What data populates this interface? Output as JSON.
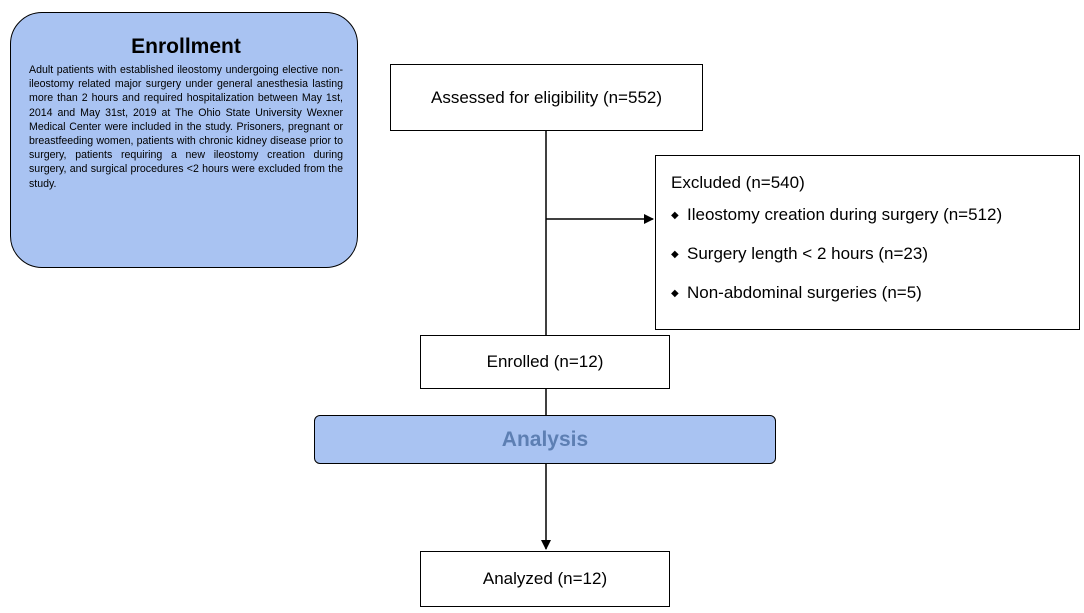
{
  "enrollment": {
    "title": "Enrollment",
    "text": "Adult patients with established ileostomy undergoing elective non-ileostomy related major surgery under general anesthesia lasting more than 2 hours and required hospitalization between May 1st, 2014 and May 31st, 2019 at The Ohio State University Wexner Medical Center were included in the study. Prisoners, pregnant or breastfeeding women, patients with chronic kidney disease prior to surgery, patients requiring a new ileostomy creation during surgery, and surgical procedures <2 hours were excluded from the study."
  },
  "assessed": {
    "label": "Assessed for eligibility (n=552)"
  },
  "excluded": {
    "title": "Excluded (n=540)",
    "items": [
      {
        "label": "Ileostomy creation during surgery (n=512)"
      },
      {
        "label": "Surgery length < 2 hours (n=23)"
      },
      {
        "label": "Non-abdominal surgeries (n=5)"
      }
    ]
  },
  "enrolled": {
    "label": "Enrolled (n=12)"
  },
  "analysis": {
    "label": "Analysis"
  },
  "analyzed": {
    "label": "Analyzed (n=12)"
  },
  "colors": {
    "accent_fill": "#a9c3f2",
    "analysis_text": "#5d7fb3",
    "line": "#000000"
  },
  "icons": {
    "bullet": "diamond-bullet-icon"
  }
}
